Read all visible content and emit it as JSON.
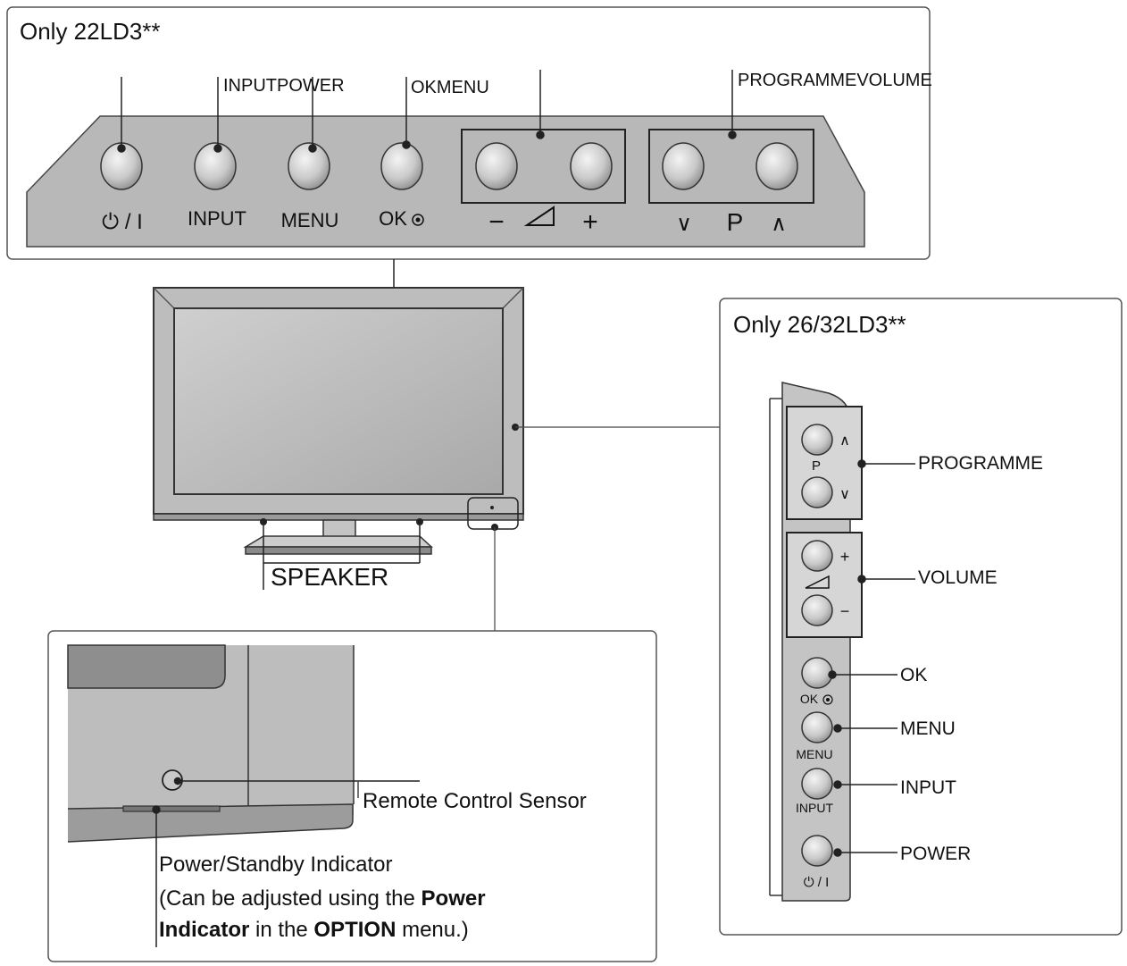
{
  "top_panel": {
    "heading": "Only 22LD3**",
    "callouts": {
      "input_power": "INPUTPOWER",
      "ok_menu": "OKMENU",
      "programme_volume": "PROGRAMMEVOLUME"
    },
    "button_labels": {
      "power": "⏻ / I",
      "input": "INPUT",
      "menu": "MENU",
      "ok": "OK",
      "vol_minus": "−",
      "vol_plus": "+",
      "prog_down": "∨",
      "prog_letter": "P",
      "prog_up": "∧"
    }
  },
  "tv": {
    "speaker_label": "SPEAKER"
  },
  "side_panel": {
    "heading": "Only 26/32LD3**",
    "small_labels": {
      "p": "P",
      "ok": "OK",
      "menu": "MENU",
      "input": "INPUT",
      "power": "⏻ / I",
      "up": "∧",
      "down": "∨",
      "plus": "+",
      "minus": "−"
    },
    "callouts": {
      "programme": "PROGRAMME",
      "volume": "VOLUME",
      "ok": "OK",
      "menu": "MENU",
      "input": "INPUT",
      "power": "POWER"
    }
  },
  "detail_panel": {
    "remote_sensor": "Remote Control Sensor",
    "indicator": "Power/Standby Indicator",
    "note": {
      "open": "(Can be adjusted using the ",
      "bold1": "Power",
      "bold2": "Indicator",
      "mid": " in the ",
      "bold3": "OPTION",
      "close": " menu.)"
    }
  }
}
